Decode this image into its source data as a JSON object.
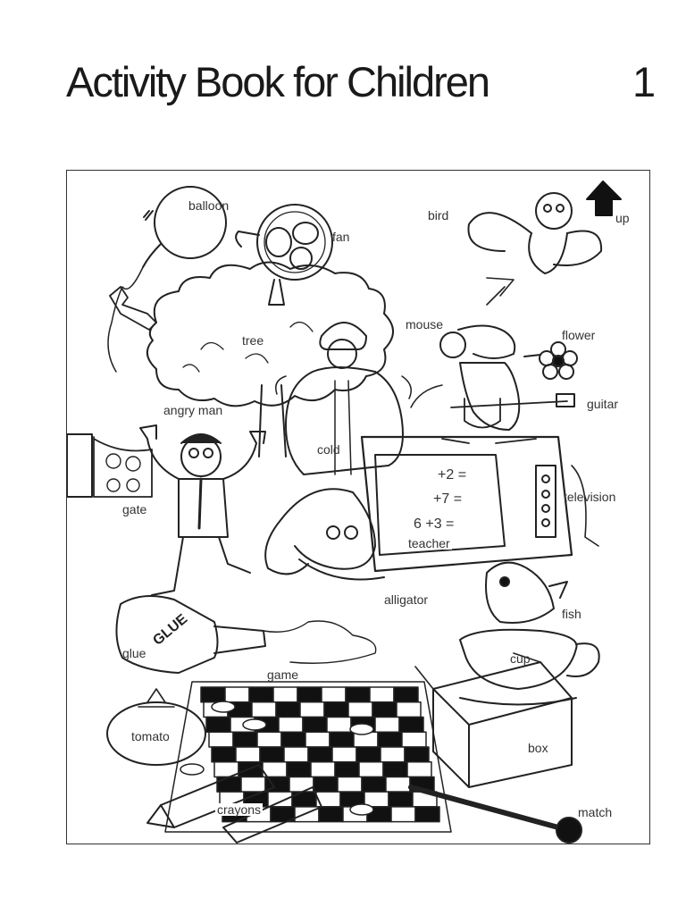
{
  "title": "Activity Book for Children",
  "page_number": "1",
  "labels": {
    "balloon": "balloon",
    "fan": "fan",
    "bird": "bird",
    "up": "up",
    "tree": "tree",
    "mouse": "mouse",
    "flower": "flower",
    "guitar": "guitar",
    "angry_man": "angry man",
    "cold": "cold",
    "television": "television",
    "gate": "gate",
    "teacher": "teacher",
    "alligator": "alligator",
    "fish": "fish",
    "glue": "glue",
    "cup": "cup",
    "game": "game",
    "tomato": "tomato",
    "box": "box",
    "crayons": "crayons",
    "match": "match"
  },
  "bottle_text": "GLUE",
  "board_text": [
    "+2 =",
    "+7 =",
    "6 +3 ="
  ]
}
